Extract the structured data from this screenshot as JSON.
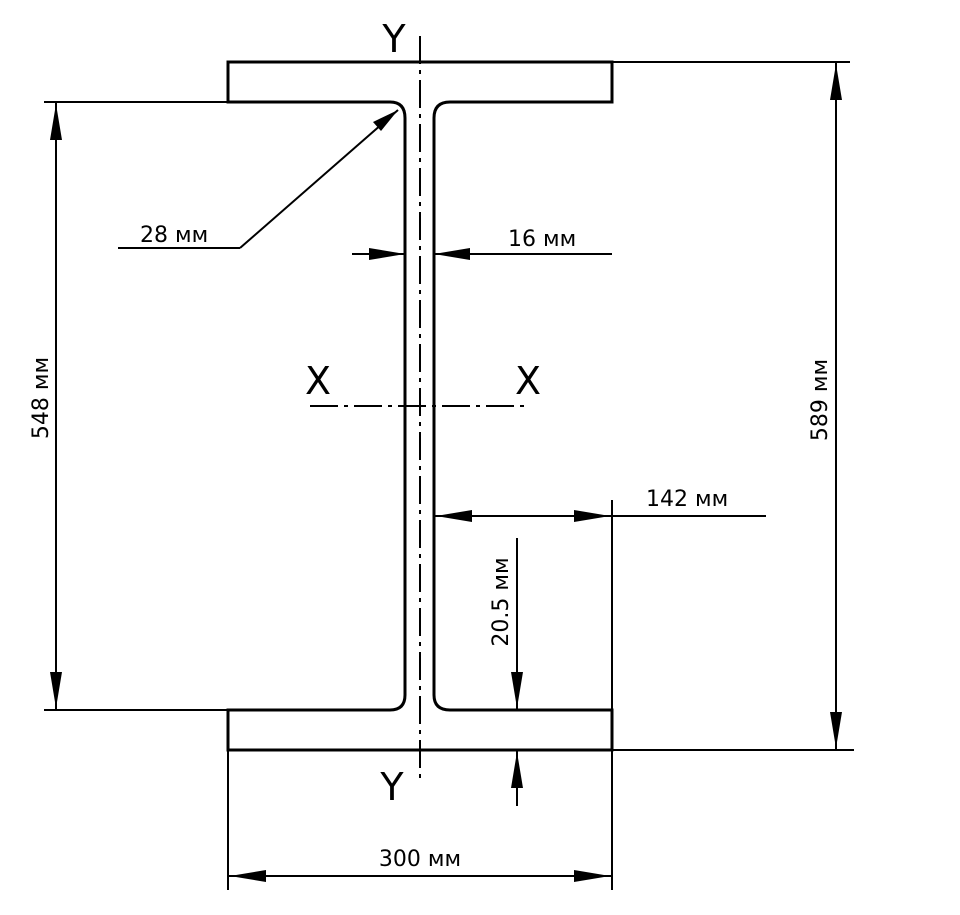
{
  "axes": {
    "y_top": "Y",
    "y_bottom": "Y",
    "x_left": "X",
    "x_right": "X"
  },
  "dimensions": {
    "fillet_radius": "28 мм",
    "web_thickness": "16 мм",
    "inner_height": "548 мм",
    "total_height": "589 мм",
    "flange_overhang": "142 мм",
    "flange_thickness": "20.5 мм",
    "flange_width": "300 мм"
  }
}
